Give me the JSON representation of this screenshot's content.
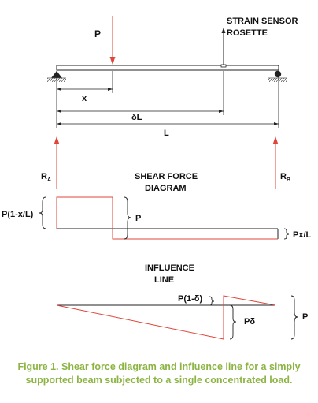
{
  "labels": {
    "load": "P",
    "sensor_line1": "STRAIN SENSOR",
    "sensor_line2": "ROSETTE",
    "x": "x",
    "dl": "δL",
    "L": "L",
    "ra_main": "R",
    "ra_sub": "A",
    "rb_main": "R",
    "rb_sub": "B",
    "sfd_title_line1": "SHEAR FORCE",
    "sfd_title_line2": "DIAGRAM",
    "sfd_left": "P(1-x/L)",
    "sfd_jump": "P",
    "sfd_right": "Px/L",
    "il_title_line1": "INFLUENCE",
    "il_title_line2": "LINE",
    "il_top": "P(1-δ)",
    "il_low": "Pδ",
    "il_right": "P"
  },
  "caption": {
    "line1": "Figure 1. Shear force diagram and influence line for a simply",
    "line2": "supported beam subjected to a single concentrated load."
  },
  "colors": {
    "red": "#e0453a",
    "line": "#222222",
    "caption_green": "#8cb443"
  }
}
